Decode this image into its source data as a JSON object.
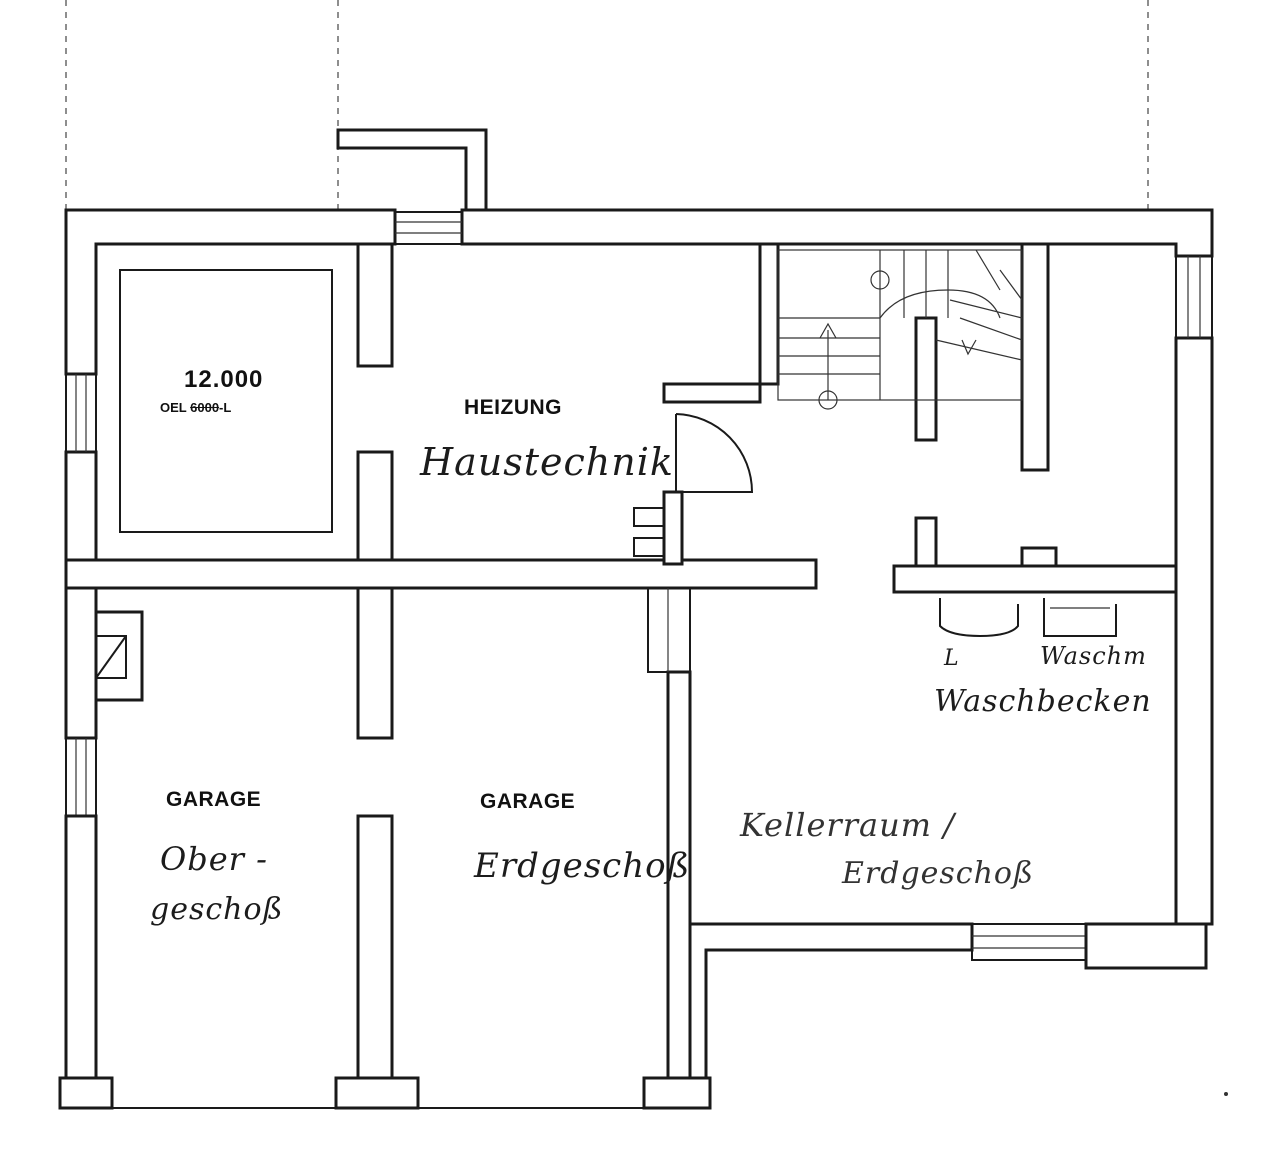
{
  "rooms": {
    "heizung": {
      "label": "HEIZUNG",
      "note": "Haustechnik"
    },
    "tank": {
      "volume": "12.000",
      "prefix": "OEL",
      "struck_value": "6000",
      "unit": "-L"
    },
    "garage_left": {
      "label": "GARAGE",
      "note_line1": "Ober -",
      "note_line2": "geschoß"
    },
    "garage_right": {
      "label": "GARAGE",
      "note": "Erdgeschoß"
    },
    "keller": {
      "note_line1": "Kellerraum /",
      "note_line2": "Erdgeschoß"
    },
    "wash": {
      "left": "L",
      "right": "Waschm",
      "caption": "Waschbecken"
    }
  }
}
